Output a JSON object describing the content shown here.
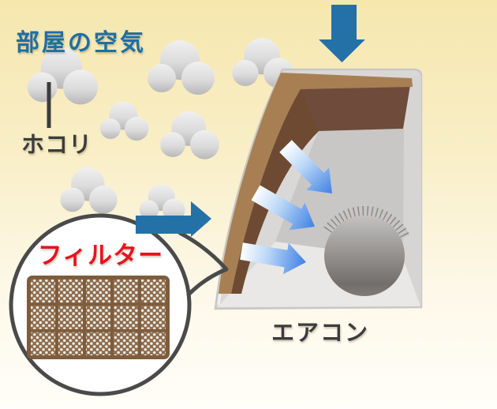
{
  "labels": {
    "room_air": "部屋の空気",
    "dust": "ホコリ",
    "filter": "フィルター",
    "air_conditioner": "エアコン"
  },
  "palette": {
    "background_top": "#F6E7AE",
    "background_bottom": "#FFFEF8",
    "heading_blue": "#1E6FA4",
    "inflow_arrow_blue": "#2471A8",
    "airflow_gradient_blue": "#3F81E4",
    "filter_label_red": "#E8131C",
    "dark_text": "#3C3C3C",
    "filter_tan": "#A87F53",
    "filter_dark_brown": "#6F4A33",
    "filter_mesh_brown": "#8E6C4C",
    "body_gray": "#D9D8D6",
    "cloud_gray": "#C9C9C9"
  },
  "graphics": {
    "clouds": "dust-cloud",
    "down_arrow": "inflow-arrow-down-icon",
    "right_arrow": "inflow-arrow-right-icon",
    "airflow_arrows": "airflow-arrow-icon",
    "callout": "magnifier-callout-bubble",
    "mesh": "filter-mesh"
  }
}
